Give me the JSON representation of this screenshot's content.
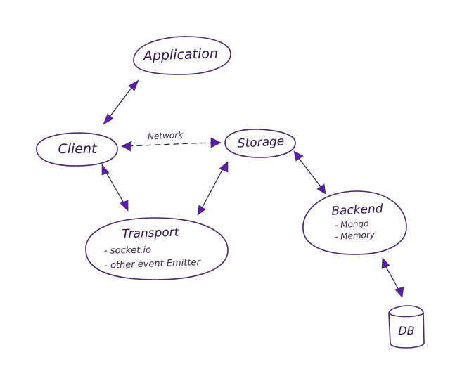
{
  "nodes": {
    "application": {
      "title": "Application"
    },
    "client": {
      "title": "Client"
    },
    "storage": {
      "title": "Storage"
    },
    "transport": {
      "title": "Transport",
      "items": [
        "- socket.io",
        "- other event Emitter"
      ]
    },
    "backend": {
      "title": "Backend",
      "items": [
        "- Mongo",
        "- Memory"
      ]
    },
    "db": {
      "title": "DB"
    }
  },
  "edges": {
    "client_storage": {
      "label": "Network"
    }
  },
  "colors": {
    "ink": "#4a2470",
    "arrowhead": "#5b1fa6",
    "text": "#2f1350"
  }
}
